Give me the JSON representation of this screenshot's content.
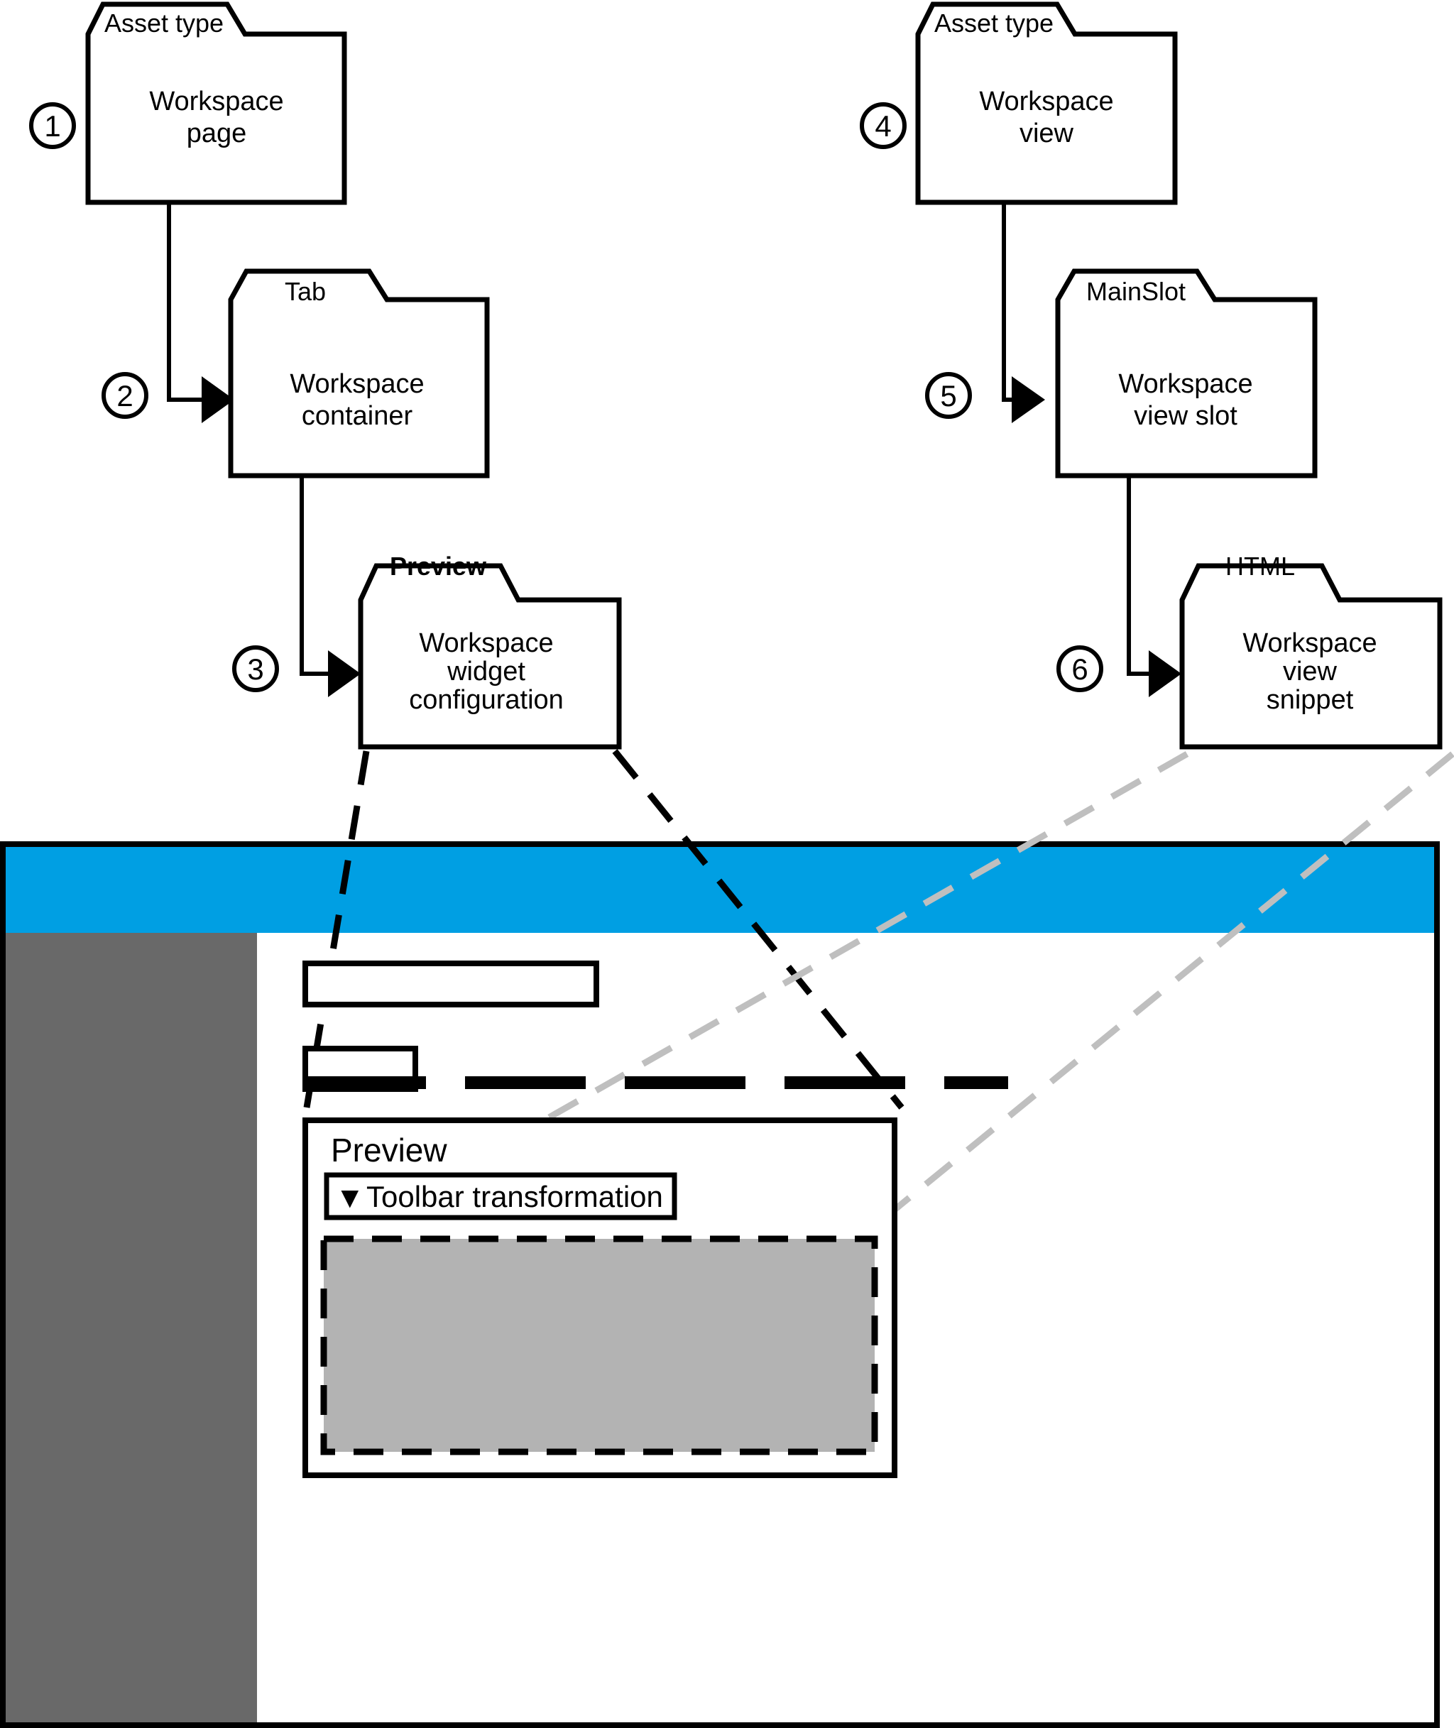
{
  "diagram": {
    "title_present": false,
    "steps": [
      {
        "number": "1",
        "tab_label": "Asset type",
        "tab_bold": false,
        "body_lines": [
          "Workspace",
          "page"
        ]
      },
      {
        "number": "2",
        "tab_label": "Tab",
        "tab_bold": false,
        "body_lines": [
          "Workspace",
          "container"
        ]
      },
      {
        "number": "3",
        "tab_label": "Preview",
        "tab_bold": true,
        "body_lines": [
          "Workspace",
          "widget",
          "configuration"
        ]
      },
      {
        "number": "4",
        "tab_label": "Asset type",
        "tab_bold": false,
        "body_lines": [
          "Workspace",
          "view"
        ]
      },
      {
        "number": "5",
        "tab_label": "MainSlot",
        "tab_bold": false,
        "body_lines": [
          "Workspace",
          "view slot"
        ]
      },
      {
        "number": "6",
        "tab_label": "HTML",
        "tab_bold": false,
        "body_lines": [
          "Workspace",
          "view",
          "snippet"
        ]
      }
    ]
  },
  "mockup": {
    "header_bar": {
      "color": "#009FE3"
    },
    "sidebar": {
      "color": "#696969"
    },
    "content": {
      "color": "#FFFFFF"
    },
    "search_field": {
      "value": "",
      "placeholder": ""
    },
    "tab_strip": {
      "active_tab_label": ""
    },
    "preview_panel": {
      "title": "Preview",
      "dropdown": {
        "caret_glyph": "▼",
        "label": "Toolbar transformation"
      },
      "widget_area": {
        "fill_color": "#B3B3B3",
        "border_style": "dashed"
      }
    }
  },
  "connector_colors": {
    "solid": "#000000",
    "black_dashed": "#000000",
    "gray_dashed": "#BFBFBF"
  }
}
